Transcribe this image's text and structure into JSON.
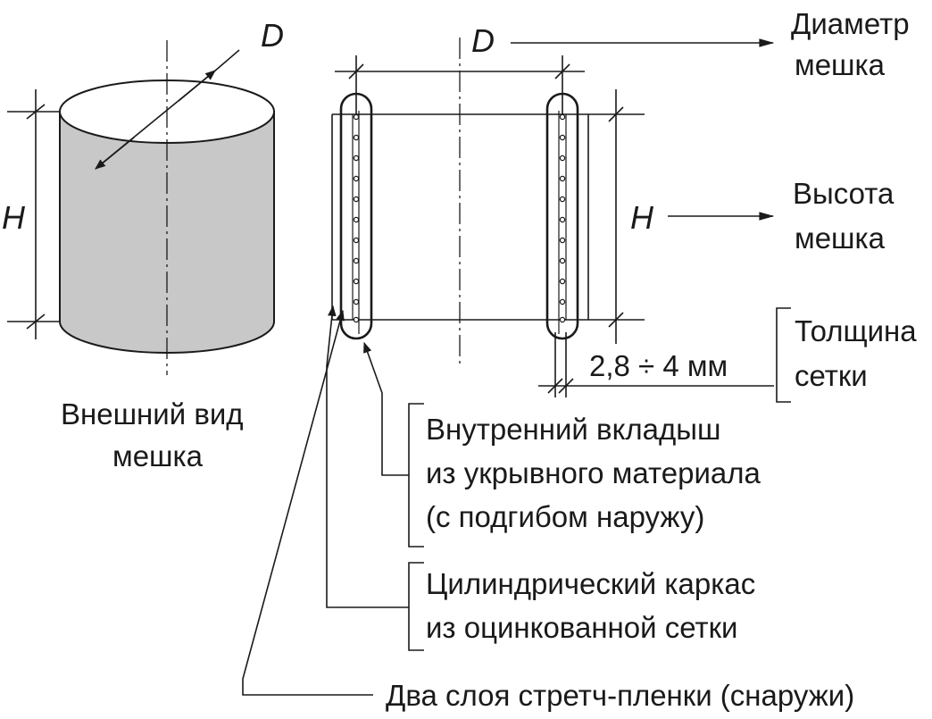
{
  "labels": {
    "dim_d_left": "D",
    "dim_h_left": "H",
    "dim_d_right": "D",
    "dim_h_right": "H",
    "diameter_line1": "Диаметр",
    "diameter_line2": "мешка",
    "height_line1": "Высота",
    "height_line2": "мешка",
    "thickness_value": "2,8 ÷ 4 мм",
    "thickness_line1": "Толщина",
    "thickness_line2": "сетки",
    "exterior_line1": "Внешний вид",
    "exterior_line2": "мешка",
    "liner_line1": "Внутренний вкладыш",
    "liner_line2": "из укрывного материала",
    "liner_line3": "(с подгибом наружу)",
    "frame_line1": "Цилиндрический каркас",
    "frame_line2": "из оцинкованной сетки",
    "film_line1": "Два слоя стретч-пленки (снаружи)"
  },
  "colors": {
    "cylinder_fill": "#c8c8c8",
    "ink": "#1a1a1a"
  }
}
